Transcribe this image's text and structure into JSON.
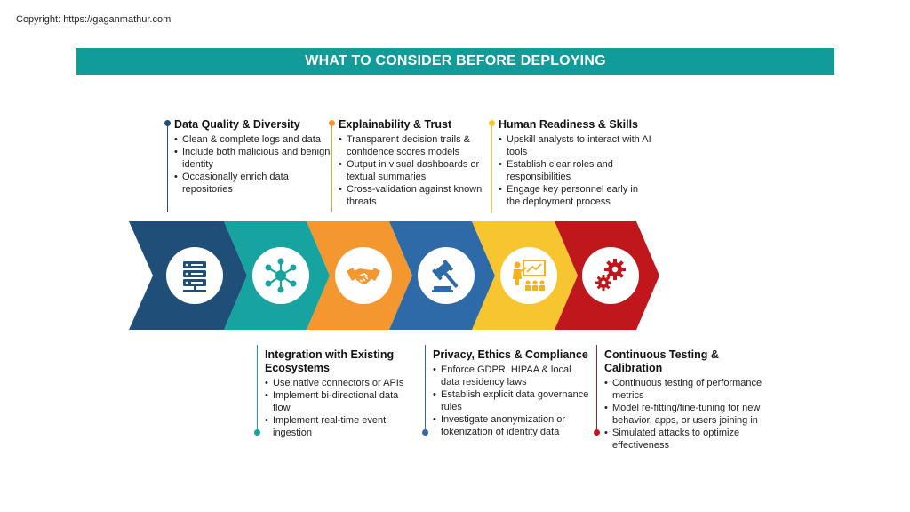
{
  "copyright": "Copyright: https://gaganmathur.com",
  "banner_title": "WHAT TO CONSIDER BEFORE DEPLOYING",
  "colors": {
    "teal_banner": "#129c99",
    "navy": "#1f4e79",
    "teal": "#17a3a0",
    "orange": "#f5972f",
    "blue": "#2e6aa8",
    "yellow": "#f7c530",
    "red": "#c0171d"
  },
  "steps": [
    {
      "icon": "server-icon",
      "title": "Data Quality & Diversity",
      "bullets": [
        "Clean & complete logs and data",
        "Include both malicious and benign identity",
        "Occasionally enrich data repositories"
      ]
    },
    {
      "icon": "network-hub-icon",
      "title": "Integration with Existing Ecosystems",
      "bullets": [
        "Use native connectors or APIs",
        "Implement bi-directional data flow",
        "Implement real-time event ingestion"
      ]
    },
    {
      "icon": "handshake-icon",
      "title": "Explainability & Trust",
      "bullets": [
        "Transparent decision trails & confidence scores models",
        "Output in visual dashboards or textual summaries",
        "Cross-validation against known threats"
      ]
    },
    {
      "icon": "gavel-icon",
      "title": "Privacy, Ethics & Compliance",
      "bullets": [
        "Enforce GDPR, HIPAA & local data residency laws",
        "Establish explicit data governance rules",
        "Investigate anonymization or tokenization of identity data"
      ]
    },
    {
      "icon": "presentation-training-icon",
      "title": "Human Readiness & Skills",
      "bullets": [
        "Upskill analysts to interact with AI tools",
        "Establish clear roles and responsibilities",
        "Engage key personnel early in the deployment process"
      ]
    },
    {
      "icon": "gears-icon",
      "title": "Continuous Testing & Calibration",
      "bullets": [
        "Continuous testing of performance metrics",
        "Model re-fitting/fine-tuning for new behavior, apps, or users joining in",
        "Simulated attacks to optimize effectiveness"
      ]
    }
  ]
}
